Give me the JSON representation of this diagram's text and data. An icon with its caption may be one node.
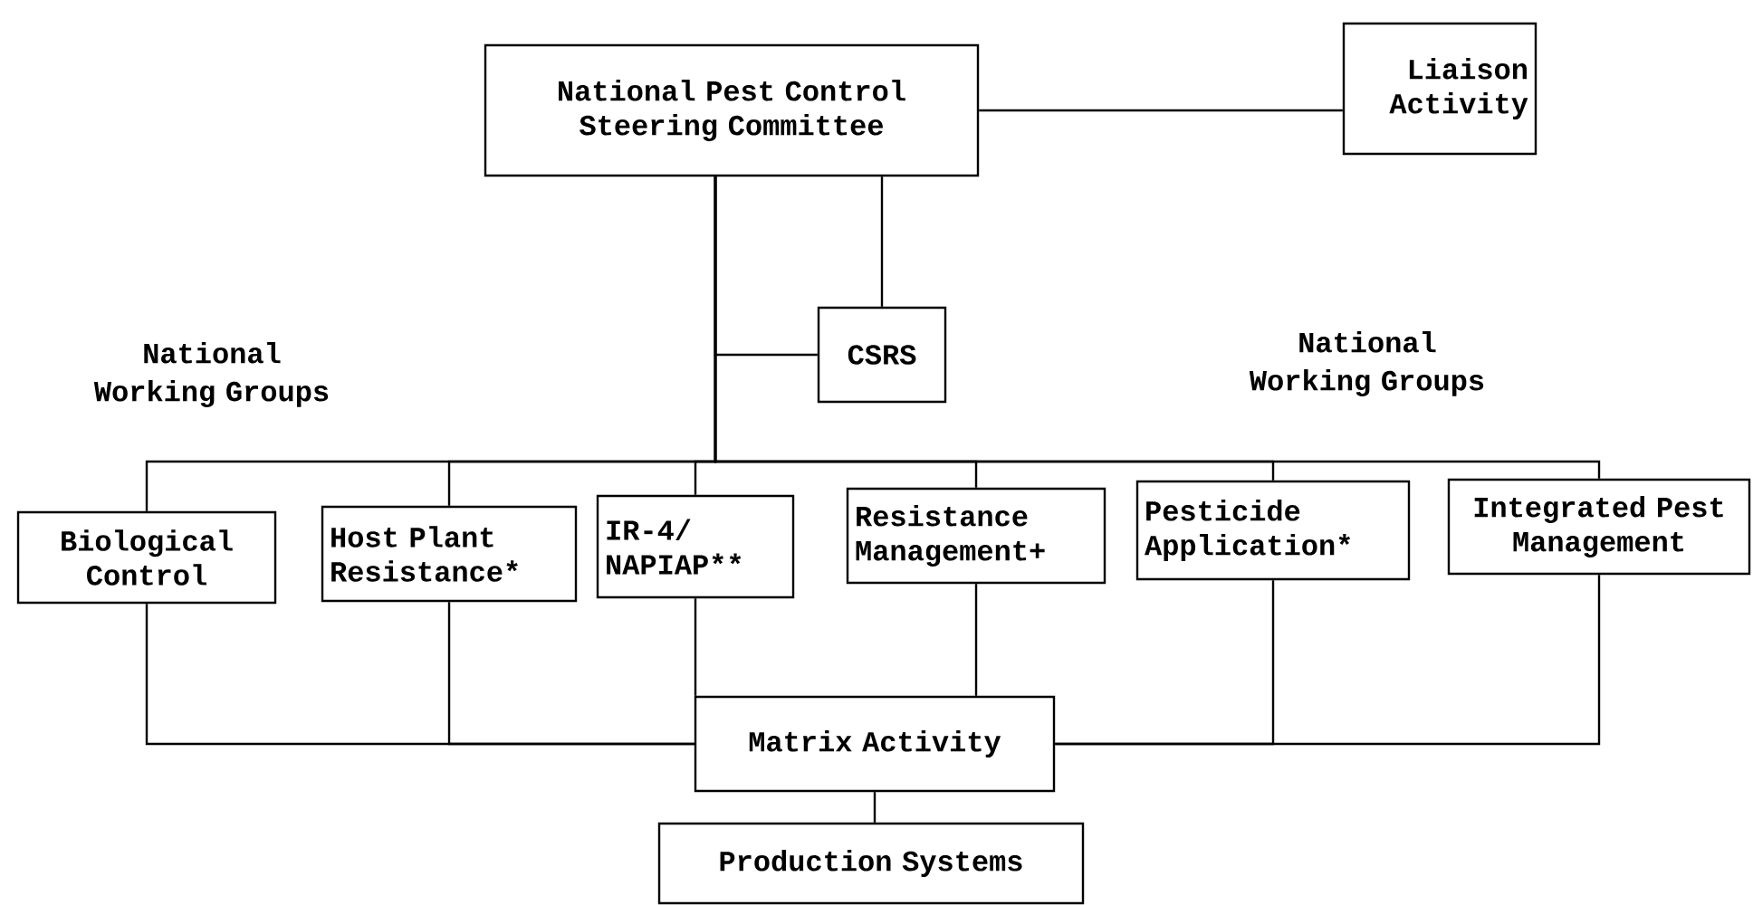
{
  "diagram": {
    "nodes": [
      {
        "text": [
          "National Pest Control Steering Committee"
        ]
      },
      {
        "text": [
          "Liaison Activity"
        ]
      },
      {
        "text": [
          "CSRS"
        ]
      },
      {
        "text": [
          "Biological Control"
        ]
      },
      {
        "text": [
          "Host Plant Resistance*"
        ]
      },
      {
        "text": [
          "IR-4/ NAPIAP**"
        ]
      },
      {
        "text": [
          "Resistance Management+"
        ]
      },
      {
        "text": [
          "Pesticide Application*"
        ]
      },
      {
        "text": [
          "Integrated Pest Management"
        ]
      },
      {
        "text": [
          "Matrix Activity"
        ]
      },
      {
        "text": [
          "Production Systems"
        ]
      }
    ],
    "edges": [
      {
        "from": 0,
        "to": 1,
        "arrow": "none"
      },
      {
        "from": 0,
        "to": 2,
        "arrow": "none"
      },
      {
        "from": 0,
        "to": 2,
        "arrow": "none"
      },
      {
        "from": 0,
        "to": 3,
        "arrow": "none"
      },
      {
        "from": 0,
        "to": 4,
        "arrow": "none"
      },
      {
        "from": 0,
        "to": 5,
        "arrow": "none"
      },
      {
        "from": 0,
        "to": 6,
        "arrow": "none"
      },
      {
        "from": 0,
        "to": 7,
        "arrow": "none"
      },
      {
        "from": 0,
        "to": 8,
        "arrow": "none"
      },
      {
        "from": 3,
        "to": 9,
        "arrow": "none"
      },
      {
        "from": 4,
        "to": 9,
        "arrow": "none"
      },
      {
        "from": 5,
        "to": 9,
        "arrow": "none"
      },
      {
        "from": 6,
        "to": 9,
        "arrow": "none"
      },
      {
        "from": 7,
        "to": 9,
        "arrow": "none"
      },
      {
        "from": 8,
        "to": 9,
        "arrow": "none"
      },
      {
        "from": 9,
        "to": 10,
        "arrow": "none"
      }
    ],
    "labels": [
      "National Working Groups",
      "National Working Groups"
    ]
  }
}
